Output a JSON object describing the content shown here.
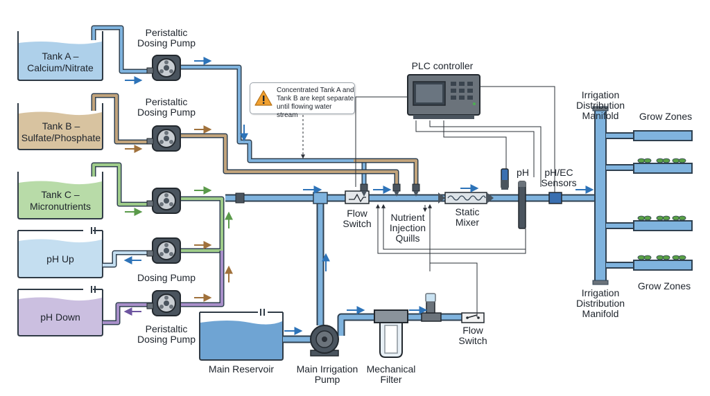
{
  "tanks": {
    "a": {
      "line1": "Tank A –",
      "line2": "Calcium/Nitrate"
    },
    "b": {
      "line1": "Tank B –",
      "line2": "Sulfate/Phosphate"
    },
    "c": {
      "line1": "Tank C –",
      "line2": "Micronutrients"
    },
    "ph_up": "pH Up",
    "ph_down": "pH Down",
    "main_reservoir": "Main Reservoir"
  },
  "pumps": {
    "peristaltic_1": {
      "line1": "Peristaltic",
      "line2": "Dosing Pump"
    },
    "peristaltic_2": {
      "line1": "Peristaltic",
      "line2": "Dosing Pump"
    },
    "dosing": "Dosing Pump",
    "peristaltic_5": {
      "line1": "Peristaltic",
      "line2": "Dosing Pump"
    },
    "main_irrigation": {
      "line1": "Main Irrigation",
      "line2": "Pump"
    }
  },
  "components": {
    "mechanical_filter": {
      "line1": "Mechanical",
      "line2": "Filter"
    },
    "flow_switch_top": {
      "line1": "Flow",
      "line2": "Switch"
    },
    "flow_switch_bottom": {
      "line1": "Flow",
      "line2": "Switch"
    },
    "nutrient_quills": {
      "line1": "Nutrient",
      "line2": "Injection",
      "line3": "Quills"
    },
    "static_mixer": {
      "line1": "Static",
      "line2": "Mixer"
    },
    "ph_sensor": "pH",
    "ph_ec_sensors": {
      "line1": "pH/EC",
      "line2": "Sensors"
    },
    "plc_controller": "PLC controller"
  },
  "manifold": {
    "top": {
      "line1": "Irrigation",
      "line2": "Distribution",
      "line3": "Manifold"
    },
    "bottom": {
      "line1": "Irrigation",
      "line2": "Distribution",
      "line3": "Manifold"
    }
  },
  "grow_zones": {
    "top": "Grow Zones",
    "bottom": "Grow Zones"
  },
  "callout": {
    "line1": "Concentrated Tank A and",
    "line2": "Tank B are kept separate",
    "line3": "until flowing water stream"
  },
  "colors": {
    "water": "#7fb3de",
    "water_dark": "#2f4050",
    "tank_a": "#aed0ea",
    "tank_b": "#d8c3a0",
    "tank_c": "#b8dba8",
    "ph_up": "#c4def0",
    "ph_down": "#cbbfe0",
    "line_b": "#c2a47c",
    "line_c": "#9fcc8a",
    "line_down": "#a88fc9",
    "arrow_blue": "#2d73b8",
    "arrow_brown": "#a0713b",
    "arrow_green": "#5a9a4a",
    "arrow_purple": "#6d55a0",
    "warning": "#f0a030"
  }
}
